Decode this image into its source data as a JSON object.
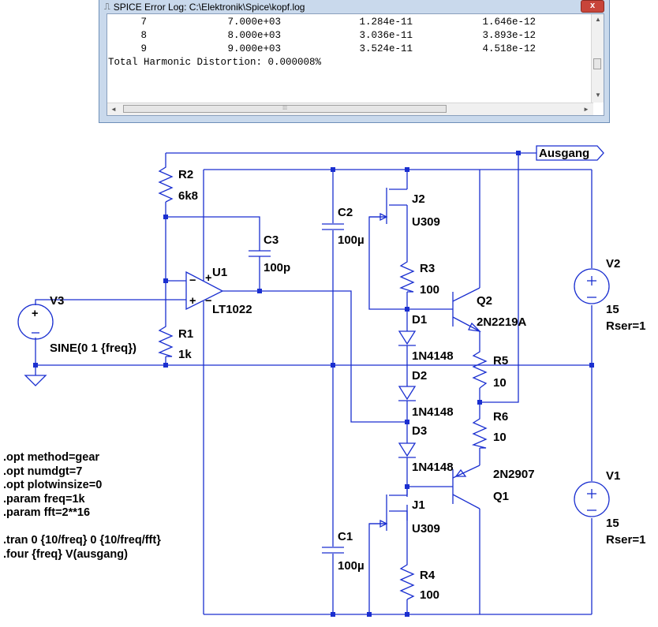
{
  "log_window": {
    "title": "SPICE Error Log: C:\\Elektronik\\Spice\\kopf.log",
    "close_label": "x",
    "rows": [
      {
        "n": "7",
        "freq": "7.000e+03",
        "fourier": "1.284e-11",
        "normalized": "1.646e-12"
      },
      {
        "n": "8",
        "freq": "8.000e+03",
        "fourier": "3.036e-11",
        "normalized": "3.893e-12"
      },
      {
        "n": "9",
        "freq": "9.000e+03",
        "fourier": "3.524e-11",
        "normalized": "4.518e-12"
      }
    ],
    "thd_line": "Total Harmonic Distortion: 0.000008%"
  },
  "labels": {
    "R2": "R2",
    "R2_val": "6k8",
    "C3": "C3",
    "C3_val": "100p",
    "U1": "U1",
    "U1_model": "LT1022",
    "R1": "R1",
    "R1_val": "1k",
    "V3": "V3",
    "V3_val": "SINE(0 1 {freq})",
    "C2": "C2",
    "C2_val": "100µ",
    "C1": "C1",
    "C1_val": "100µ",
    "J2": "J2",
    "J2_model": "U309",
    "J1": "J1",
    "J1_model": "U309",
    "R3": "R3",
    "R3_val": "100",
    "R4": "R4",
    "R4_val": "100",
    "D1": "D1",
    "D1_model": "1N4148",
    "D2": "D2",
    "D2_model": "1N4148",
    "D3": "D3",
    "D3_model": "1N4148",
    "Q2": "Q2",
    "Q2_model": "2N2219A",
    "Q1": "Q1",
    "Q1_model": "2N2907",
    "R5": "R5",
    "R5_val": "10",
    "R6": "R6",
    "R6_val": "10",
    "V2": "V2",
    "V2_val": "15",
    "V2_rser": "Rser=1",
    "V1": "V1",
    "V1_val": "15",
    "V1_rser": "Rser=1",
    "out_label": "Ausgang",
    "plus": "+",
    "minus": "−"
  },
  "directives": [
    ".opt method=gear",
    ".opt numdgt=7",
    ".opt plotwinsize=0",
    ".param freq=1k",
    ".param fft=2**16",
    "",
    ".tran 0 {10/freq} 0 {10/freq/fft}",
    ".four {freq} V(ausgang)"
  ],
  "colors": {
    "wire": "#1a2fd0",
    "window_frame": "#c9d9ec"
  }
}
